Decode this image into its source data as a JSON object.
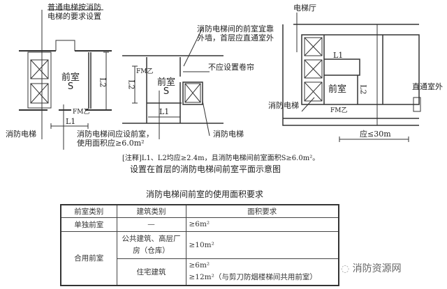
{
  "plan1": {
    "note_top": [
      "普通电梯按消防",
      "电梯的要求设置"
    ],
    "room": "前室",
    "area": "S",
    "l1": "L1",
    "l2": "L2",
    "door": "FM乙",
    "elevator": "消防电梯",
    "note_bottom": [
      "消防电梯间应设前室，",
      "使用面积应≥6.0m²"
    ]
  },
  "plan2": {
    "note_top": [
      "消防电梯间的前室宜靠",
      "外墙，首层应直通室外"
    ],
    "room": "前室",
    "area": "S",
    "l1": "L1",
    "l2": "L2",
    "door": "FM乙",
    "no_shutter": "不应设置卷帘",
    "elevator": "消防电梯"
  },
  "plan3": {
    "hall": "电梯厅",
    "l1": "L1",
    "l2": "L2",
    "room": "前室",
    "door": "FM乙",
    "elevator": "消防电梯",
    "exit": "直通室外",
    "distance": "应≤30m"
  },
  "note": "[注释]L1、L2均应≥2.4m，且消防电梯间前室面积S≥6.0m²。",
  "figure_title": "设置在首层的消防电梯间前室平面示意图",
  "table": {
    "title": "消防电梯间前室的使用面积要求",
    "headers": [
      "前室类别",
      "建筑类别",
      "面积要求"
    ],
    "rows": [
      {
        "type": "单独前室",
        "building": "—",
        "area": "≥6m²"
      },
      {
        "type": "合用前室",
        "building": "公共建筑、高层厂房（仓库）",
        "area": "≥10m²"
      },
      {
        "building": "住宅建筑",
        "area": "≥6m²",
        "area2": "≥12m²（与剪刀防烟楼梯间共用前室）"
      }
    ]
  },
  "watermark": "消防资源网"
}
